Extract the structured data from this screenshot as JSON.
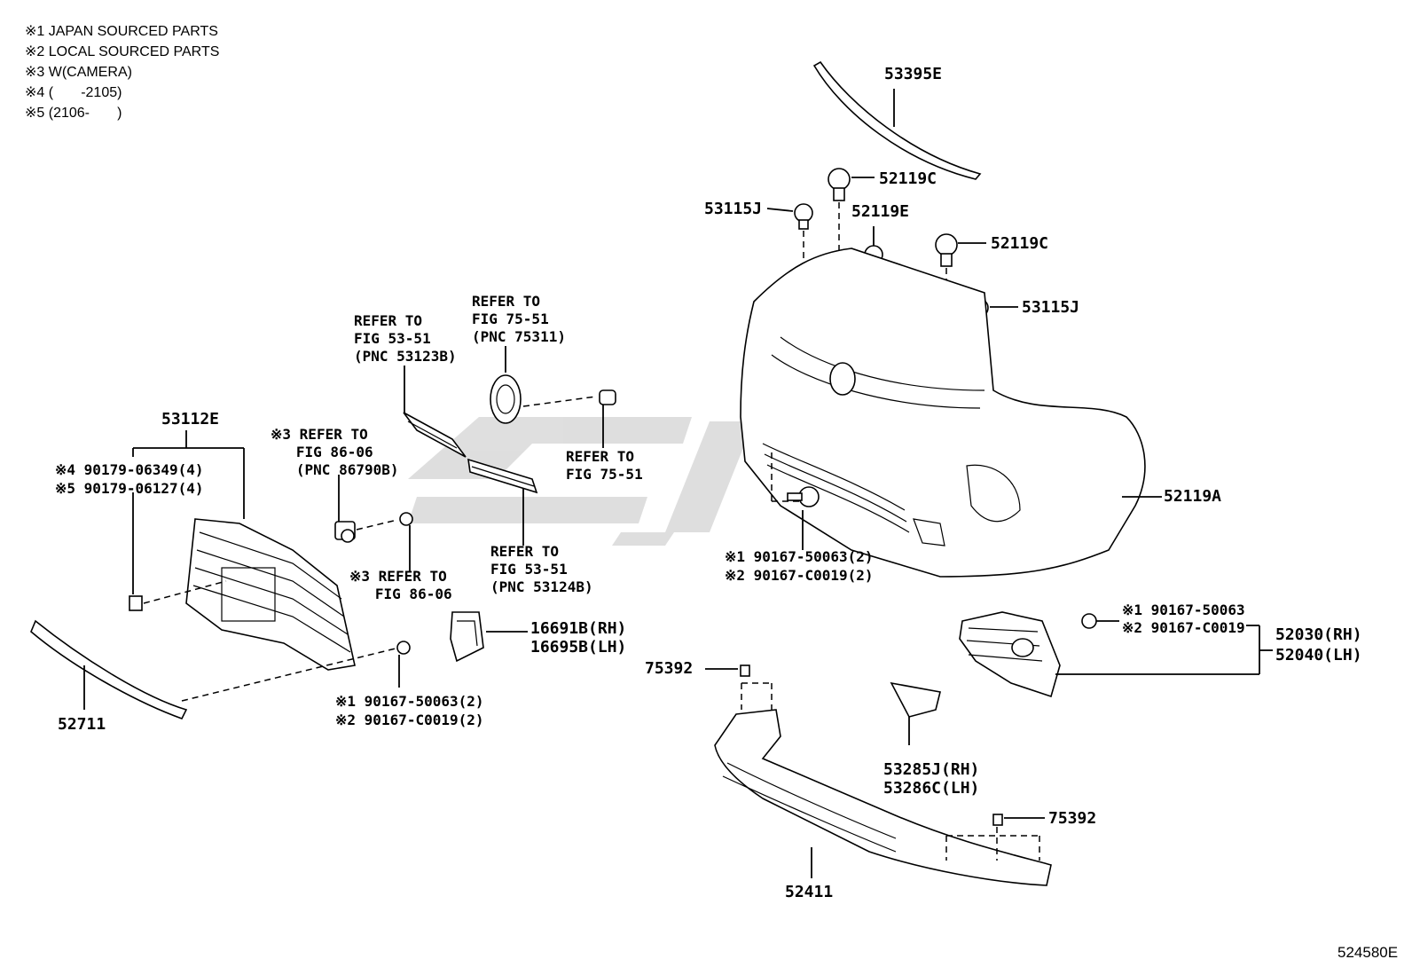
{
  "notes": [
    "※1 JAPAN SOURCED PARTS",
    "※2 LOCAL SOURCED PARTS",
    "※3 W(CAMERA)",
    "※4 (       -2105)",
    "※5 (2106-       )"
  ],
  "figure_id": "524580E",
  "labels": {
    "p53395E": "53395E",
    "p52119C_top": "52119C",
    "p53115J_left": "53115J",
    "p52119E": "52119E",
    "p52119C_right": "52119C",
    "p53115J_right": "53115J",
    "ref_75_51_top": "REFER TO\nFIG 75-51\n(PNC 75311)",
    "ref_53_51_a": "REFER TO\nFIG 53-51\n(PNC 53123B)",
    "p53112E": "53112E",
    "n4_90179": "※4 90179-06349(4)",
    "n5_90179": "※5 90179-06127(4)",
    "ref_86_06_a": "※3 REFER TO\n   FIG 86-06\n   (PNC 86790B)",
    "ref_75_51_b": "REFER TO\nFIG 75-51",
    "p52119A": "52119A",
    "n1_90167_mid": "※1 90167-50063(2)",
    "n2_90167_mid": "※2 90167-C0019(2)",
    "ref_86_06_b": "※3 REFER TO\n   FIG 86-06",
    "ref_53_51_b": "REFER TO\nFIG 53-51\n(PNC 53124B)",
    "p16691B": "16691B(RH)",
    "p16695B": "16695B(LH)",
    "n1_90167_r": "※1 90167-50063",
    "n2_90167_r": "※2 90167-C0019",
    "p52030": "52030(RH)",
    "p52040": "52040(LH)",
    "p75392_a": "75392",
    "p52711": "52711",
    "n1_90167_bl": "※1 90167-50063(2)",
    "n2_90167_bl": "※2 90167-C0019(2)",
    "p53285J": "53285J(RH)",
    "p53286C": "53286C(LH)",
    "p75392_b": "75392",
    "p52411": "52411"
  }
}
